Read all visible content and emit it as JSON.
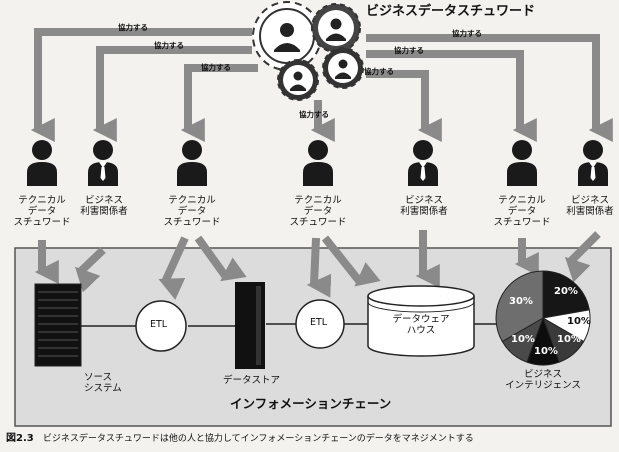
{
  "title": "ビジネスデータスチュワード",
  "cooperate_label": "協力する",
  "roles": {
    "technical": [
      "テクニカル",
      "データ",
      "スチュワード"
    ],
    "business": [
      "ビジネス",
      "利害関係者"
    ]
  },
  "nodes": {
    "source": [
      "ソース",
      "システム"
    ],
    "etl": "ETL",
    "datastore": "データストア",
    "warehouse": [
      "データウェア",
      "ハウス"
    ],
    "bi": [
      "ビジネス",
      "インテリジェンス"
    ]
  },
  "chain_label": "インフォメーションチェーン",
  "caption": {
    "number": "図2.3",
    "text": "ビジネスデータスチュワードは他の人と協力してインフォメーションチェーンのデータをマネジメントする"
  },
  "chart_data": {
    "type": "pie",
    "categories": [
      "20%",
      "10%",
      "10%",
      "10%",
      "10%",
      "30%"
    ],
    "values": [
      20,
      10,
      10,
      10,
      10,
      30
    ],
    "colors": [
      "#161616",
      "#ffffff",
      "#3a3a3a",
      "#0d0d0d",
      "#4a4a4a",
      "#6e6e6e"
    ]
  }
}
